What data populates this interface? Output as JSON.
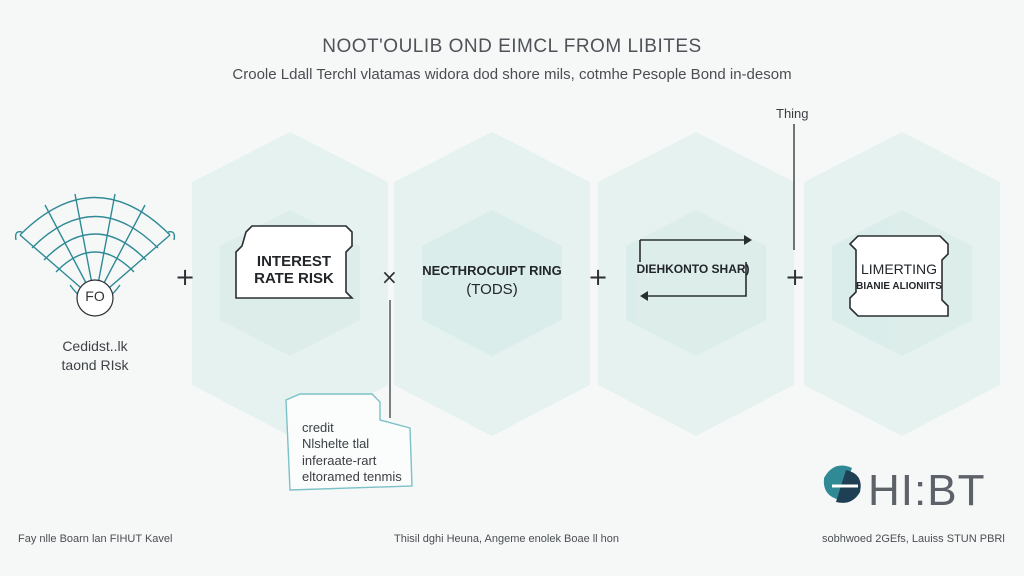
{
  "header": {
    "title": "NOOT'OULIB OND EIMCL FROM LIBITES",
    "subtitle": "Croole Ldall Terchl vlatamas widora dod shore mils, cotmhe Pesople Bond in-desom"
  },
  "left_figure": {
    "icon_text": "FO",
    "caption_line1": "Cedidst..lk",
    "caption_line2": "taond RIsk"
  },
  "operators": [
    "+",
    "×",
    "+",
    "+"
  ],
  "nodes": [
    {
      "line1": "INTEREST",
      "line2": "RATE RISK"
    },
    {
      "line1": "NECTHROCUIPT RING",
      "line2": "(TODS)"
    },
    {
      "line1": "DIEHKONTO SHAR)"
    },
    {
      "line1": "LIMERTING",
      "line2": "BIANIE ALIONIITS"
    }
  ],
  "callout_top": "Thing",
  "folder_note": [
    "credit",
    "Nlshelte tlal",
    "inferaate-rart",
    "eltoramed tenmis"
  ],
  "footer": {
    "left": "Fay nlle Boarn lan FIHUT Kavel",
    "center": "Thisil dghi Heuna, Angeme enolek Boae ll hon",
    "right": "sobhwoed 2GEfs, Lauiss STUN PBRl"
  },
  "logo": {
    "text": "HI:BT"
  },
  "colors": {
    "background": "#f6f8f8",
    "hexagon_fill": "#e3f1ef",
    "accent_teal": "#2f8a96",
    "line": "#2a2e33"
  }
}
